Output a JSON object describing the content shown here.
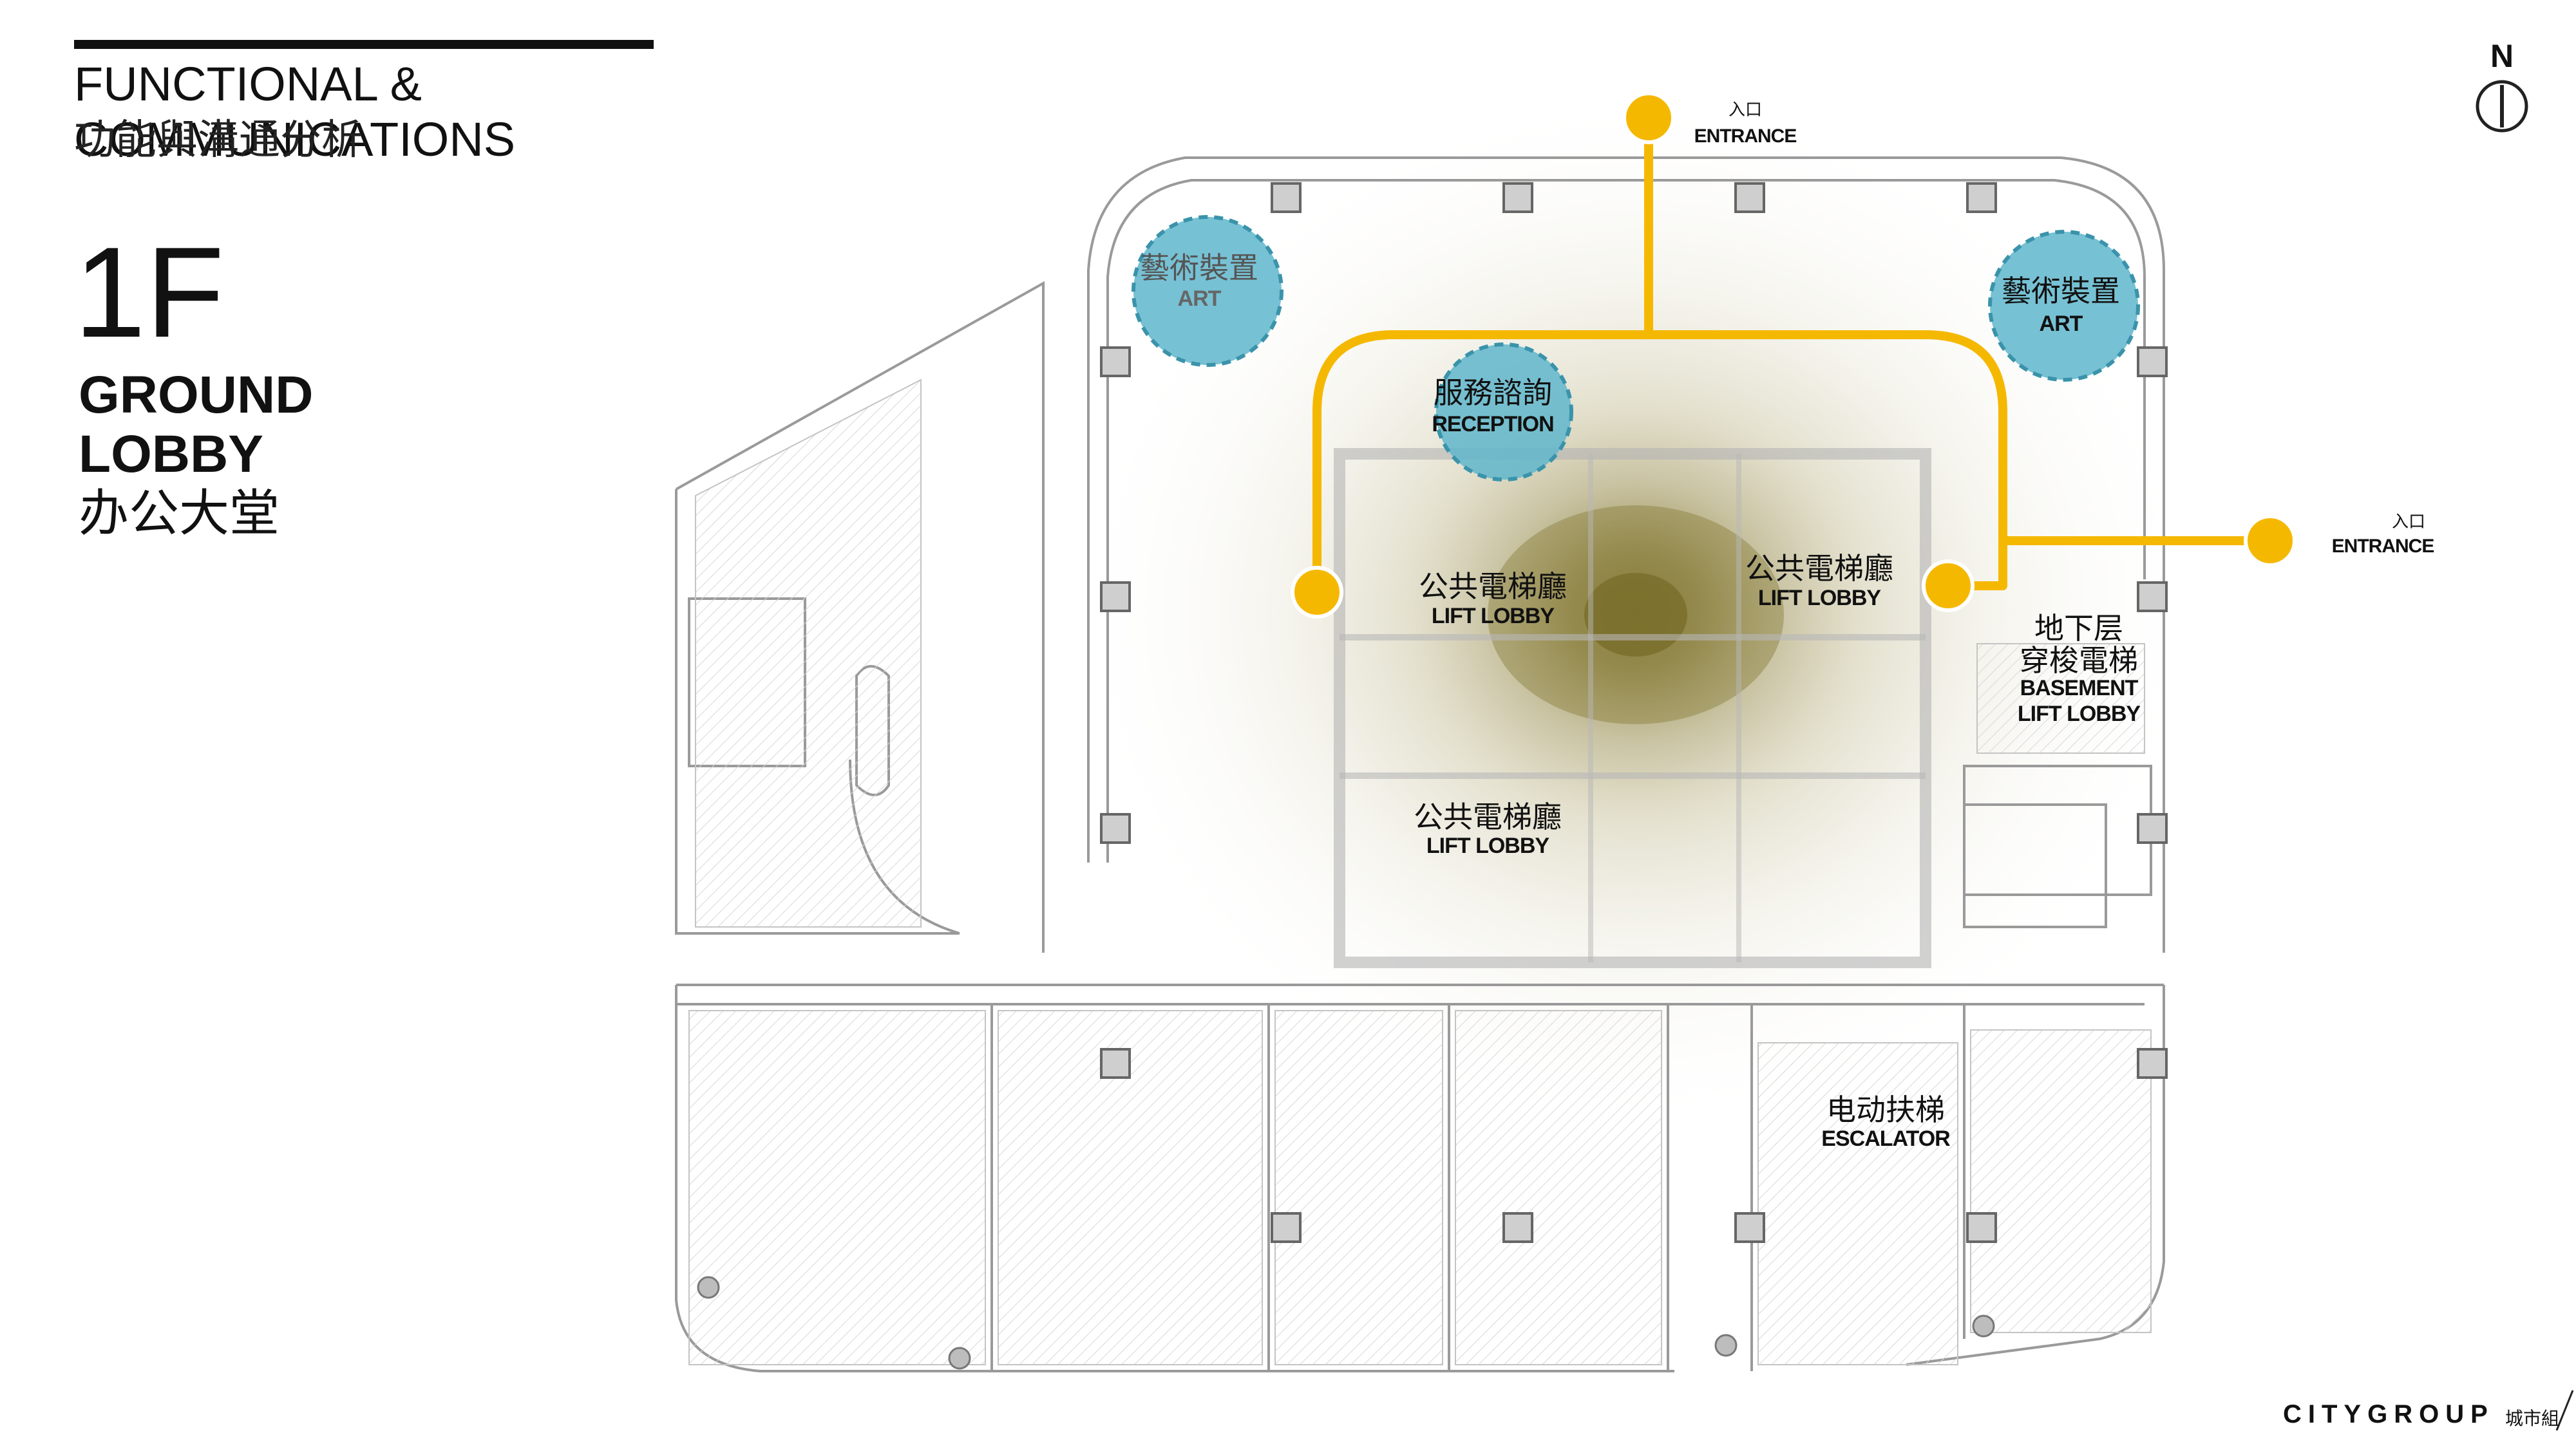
{
  "header": {
    "title_en": "FUNCTIONAL & COMMUNICATIONS",
    "title_cn": "功能與溝通分析",
    "floor_code": "1F",
    "floor_name_en": "GROUND LOBBY",
    "floor_name_cn": "办公大堂"
  },
  "compass": {
    "north_label": "N"
  },
  "entrances": [
    {
      "label_cn": "入口",
      "label_en": "ENTRANCE"
    },
    {
      "label_cn": "入口",
      "label_en": "ENTRANCE"
    }
  ],
  "zones": {
    "art_left": {
      "label_cn": "藝術裝置",
      "label_en": "ART"
    },
    "art_right": {
      "label_cn": "藝術裝置",
      "label_en": "ART"
    },
    "reception": {
      "label_cn": "服務諮詢",
      "label_en": "RECEPTION"
    },
    "lift_lobby_west": {
      "label_cn": "公共電梯廳",
      "label_en": "LIFT LOBBY"
    },
    "lift_lobby_east": {
      "label_cn": "公共電梯廳",
      "label_en": "LIFT LOBBY"
    },
    "lift_lobby_south": {
      "label_cn": "公共電梯廳",
      "label_en": "LIFT LOBBY"
    },
    "basement_lift": {
      "label_cn_1": "地下层",
      "label_cn_2": "穿梭電梯",
      "label_en_1": "BASEMENT",
      "label_en_2": "LIFT LOBBY"
    },
    "escalator": {
      "label_cn": "电动扶梯",
      "label_en": "ESCALATOR"
    }
  },
  "colors": {
    "route": "#F5B800",
    "art_fill": "#5FB6CC",
    "heat_core": "#8A7E3C",
    "plan_line": "#9a9a9a"
  },
  "logo": {
    "text_en": "CITYGROUP",
    "text_cn": "城市組"
  }
}
